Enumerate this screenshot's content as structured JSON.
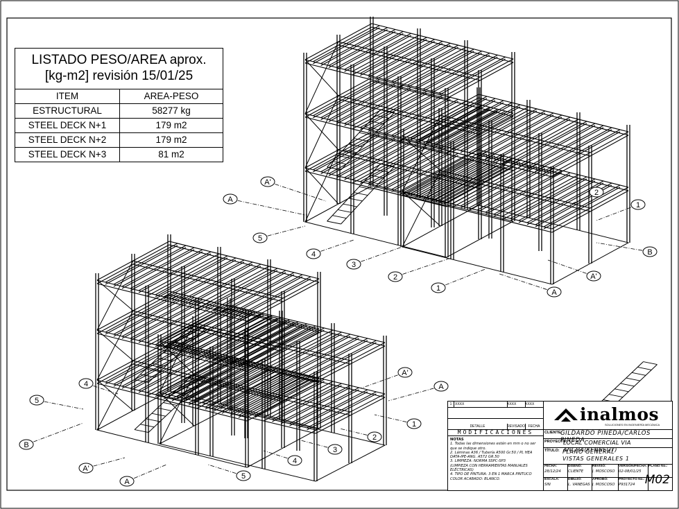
{
  "weight_table": {
    "title_line1": "LISTADO PESO/AREA aprox.",
    "title_line2": "[kg-m2] revisión 15/01/25",
    "header": [
      "ITEM",
      "AREA-PESO"
    ],
    "rows": [
      [
        "ESTRUCTURAL",
        "58277 kg"
      ],
      [
        "STEEL DECK N+1",
        "179 m2"
      ],
      [
        "STEEL DECK N+2",
        "179 m2"
      ],
      [
        "STEEL DECK N+3",
        "81 m2"
      ]
    ]
  },
  "axis_labels": {
    "upper": [
      "A'",
      "A",
      "5",
      "4",
      "3",
      "2",
      "1",
      "A",
      "A'",
      "B",
      "1",
      "2"
    ],
    "lower": [
      "A'",
      "A",
      "1",
      "2",
      "3",
      "4",
      "5",
      "A",
      "A'",
      "B",
      "5",
      "4"
    ]
  },
  "title_block": {
    "mod_row_1": [
      "1",
      "XXXX",
      "XXXX",
      "XXXX"
    ],
    "mod_row_2": [
      "DETALLE",
      "REVISADO",
      "FECHA"
    ],
    "modificaciones": "MODIFICACIONES",
    "notes_label": "NOTAS",
    "notes": [
      "1. Todas las dimensiones están en mm o no ser",
      "que se indique otro.",
      "2. Láminas A36 / Tubería A500 Gr.50 / PL HEA",
      "DATA-IPE-ANG. A572 GR.50",
      "3. LIMPIEZA: NORMA SSPC-SP3",
      "(LIMPIEZA CON HERRAMIENTAS MANUALES ELÉCTRICAS)",
      "4. TIPO DE PINTURA: 3 EN 1 MARCA PINTUCO",
      "COLOR ACABADO: BLANCO."
    ],
    "logo": "inalmos",
    "logo_sub": "SOLUCIONES EN INGENIERÍA MECÁNICA",
    "cliente_label": "CLIENTE:",
    "cliente": "GILDARDO PINEDA/CARLOS PINEDA",
    "proyecto_label": "PROYECTO:",
    "proyecto": "LOCAL COMERCIAL VIA ANCHA(KENNEDY)",
    "titulo_label": "TÍTULO:",
    "titulo_1": "PLANO GENERAL",
    "titulo_2": "VISTAS GENERALES 1",
    "fecha_label": "FECHA:",
    "fecha": "28/12/24",
    "diseno_label": "DISEÑÓ:",
    "diseno": "CLIENTE",
    "reviso_label": "REVISÓ:",
    "reviso": "J. MOSCOSO",
    "version_label": "VERSIÓN/FECHA:",
    "version": "02-08/01/25",
    "plano_label": "PLANO No.:",
    "escala_label": "ESCALA:",
    "escala": "SIN",
    "dibujo_label": "DIBUJÓ:",
    "dibujo": "L. VANEGAS",
    "aprobo_label": "APROBÓ:",
    "aprobo": "J. MOSCOSO",
    "proyecto_no_label": "PROYECTO No.:",
    "proyecto_no": "P931724",
    "plano_no": "M02"
  }
}
